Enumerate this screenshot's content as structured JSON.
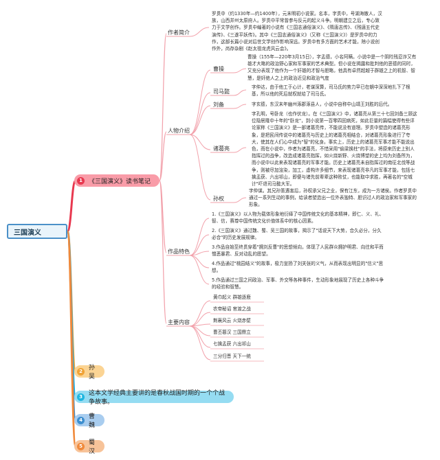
{
  "root": {
    "label": "三国演义"
  },
  "main": {
    "badge": "1",
    "title": "《三国演义》读书笔记",
    "sections": {
      "intro": {
        "label": "作者简介",
        "text": "罗贯中（约1330年—约1400年），元末明初小说家。名本，字贯中，号湖海散人，汉族，山西并州太原府人。罗贯中平常曾参与反元的起义斗争。明朝建立之后，专心致力于文学创作。罗贯中编著的小说有《三国志通俗演义》、《隋唐志传》、《残唐五代史演传》、《三遂平妖传》。其中《三国志通俗演义》（又称《三国演义》）是罗贯中的力作，这部长篇小说对后世文学创作影响深远。罗贯中有多方面的艺术才能，除小说创作外，尚存杂剧《赵太祖龙虎风云会》。"
      },
      "people": {
        "label": "人物介绍",
        "items": [
          {
            "name": "曹操",
            "text": "曹操（155年—220年3月15日），字孟德，小名阿瞒。小说中是一个阴险残忍诈又有雄才大略的政治野心家和军事家的艺术典型。但小说在揭露和批判他的恶德的同时，又充分表现了他作为一个奸雄的才智与胆略，他具有卓然超越于群雄之上的机智、智慧，是奸绝人之上的政治近见和政治气度"
          },
          {
            "name": "司马懿",
            "text": "字仲达，由于他工于心计，老谋深算，司马氏的势力早已在朝中深深地扎下了根基，所以他的死后就权就给了司马氏。"
          },
          {
            "name": "刘备",
            "text": "字玄德，东汉末年幽州涿郡涿县人，小说中自称中山靖王刘胜的后代。"
          },
          {
            "name": "诸葛亮",
            "text": "字孔明，号卧龙（也作伏龙）。在《三国演义》中，诸葛亮从第三十七回刘备三顾这位隐居隆中十年的\"卧龙\"，到小说第一百零四回病死，如此巨量的篇幅使得有些评论家称《三国演义》是一部诸葛亮传，不能说没有道理。罗贯中塑造的诸葛亮形象，是把民间传说中的诸葛亮与历史上的诸葛亮相结合，对诸葛亮形象进行了夸大，使其在人们心中成为\"智\"的化身。事实上，历史上的诸葛亮军事才能不能说出色，而在小说中，作者为诸葛亮，不惜采用\"偷梁换柱\"的手法，将原来历史上别人指挥过的战争，改造成诸葛亮指挥，如火烧新野、火烧博望的史上均为刘备所为，而小说中以此来表现诸葛亮的军事才能。历史上诸葛亮未自指挥过的南征北伐等战争，则被尽加渲染，加工，虚构许多细节，来表现诸葛亮非凡的军事才能，包括七擒孟获、六出祁山，即便与诸先前辈辈这种败仗，也能取中求胜，再著名的\"空城计\"吓退司马懿大军。"
          },
          {
            "name": "孙权",
            "text": "字仲谋。其兄孙策遇害后，孙权承父兄之业，保有江东，成为一方诸侯。作者罗贯中通过一系列生动的事例，给读者塑造出一位外表独特、胆识过人的政治家和军事家的形象。"
          }
        ]
      },
      "features": {
        "label": "作品特色",
        "items": [
          "1.《三国演义》以人物为载体形象地衍绎了中国传统文化的基本精神，即仁、义、礼、智、信，赛尊中国传统文化价值体系中的核心因素。",
          "2.《三国演义》通过魏、蜀、吴三国的故事，揭示了\"话说天下大势，合久必分，分久必合\"的历史发展规律。",
          "3.作品自始至终贯穿着\"拥刘反曹\"的思想倾向，体现了人民群众拥护明君、向往和平而憎恶暴君、反对动乱的愿望。",
          "4.作品通过\"桃园结义\"的故事，极力宣扬了刘关张的义气，从而表现出明显的\"信义\"思想。",
          "5.作品通过三国之间政治、军事、外交等各种事件，生动形象地展现了历史上各种斗争的经验和智慧。"
        ]
      },
      "content": {
        "label": "主要内容",
        "items": [
          "黄巾起义 群雄逐鹿",
          "农帝秘诏 官渡之战",
          "荆襄风云 火烧赤壁",
          "曹丕篡汉 三国鼎立",
          "七擒孟获 六出祁山",
          "三分归晋 天下一统"
        ]
      }
    }
  },
  "branches": [
    {
      "badge": "2",
      "label": "孙吴"
    },
    {
      "badge": "3",
      "label": "这本文学经典主要讲的是春秋战国时期的一个个战争故事。"
    },
    {
      "badge": "4",
      "label": "曹魏"
    },
    {
      "badge": "5",
      "label": "蜀汉"
    }
  ],
  "colors": {
    "root_border": "#4a90c8",
    "main": "#e8384f",
    "main_fill": "#f99ca8",
    "orange": "#f0a336",
    "orange_fill": "#fbd494",
    "cyan": "#1eb6e0",
    "cyan_fill": "#95dcf2",
    "blue": "#3d8fcf",
    "blue_fill": "#a9cdef",
    "peach": "#f08a3c",
    "peach_fill": "#f7c399",
    "inner_line": "#f2a0aa"
  }
}
